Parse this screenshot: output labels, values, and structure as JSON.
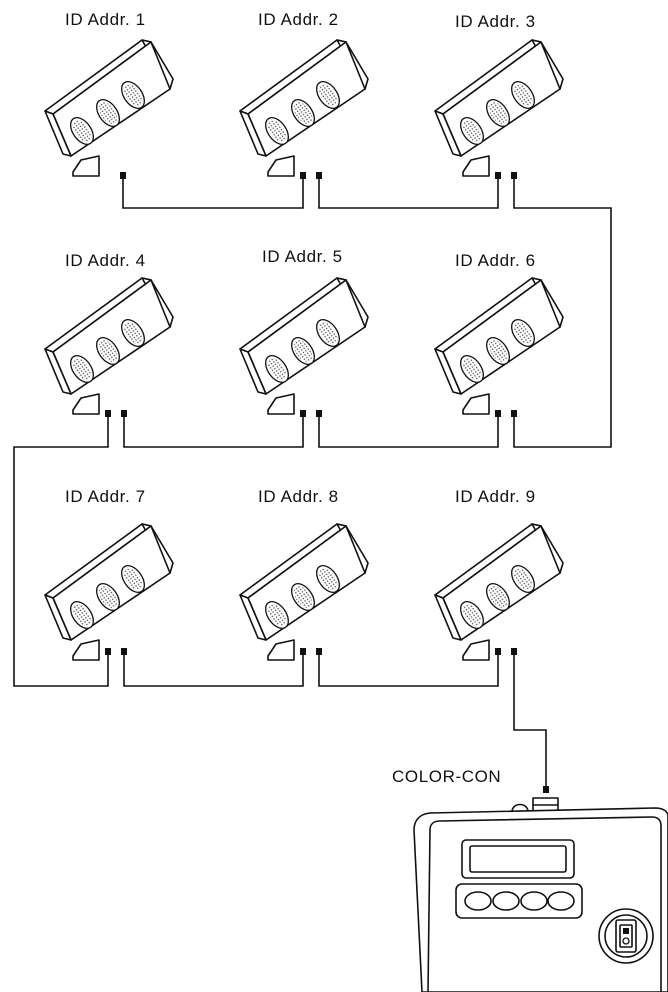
{
  "fixtures": [
    {
      "label": "ID Addr. 1"
    },
    {
      "label": "ID Addr. 2"
    },
    {
      "label": "ID Addr. 3"
    },
    {
      "label": "ID Addr. 4"
    },
    {
      "label": "ID Addr. 5"
    },
    {
      "label": "ID Addr. 6"
    },
    {
      "label": "ID Addr. 7"
    },
    {
      "label": "ID Addr. 8"
    },
    {
      "label": "ID Addr. 9"
    }
  ],
  "controller": {
    "label": "COLOR-CON"
  },
  "colors": {
    "line": "#111111",
    "background": "#ffffff"
  }
}
